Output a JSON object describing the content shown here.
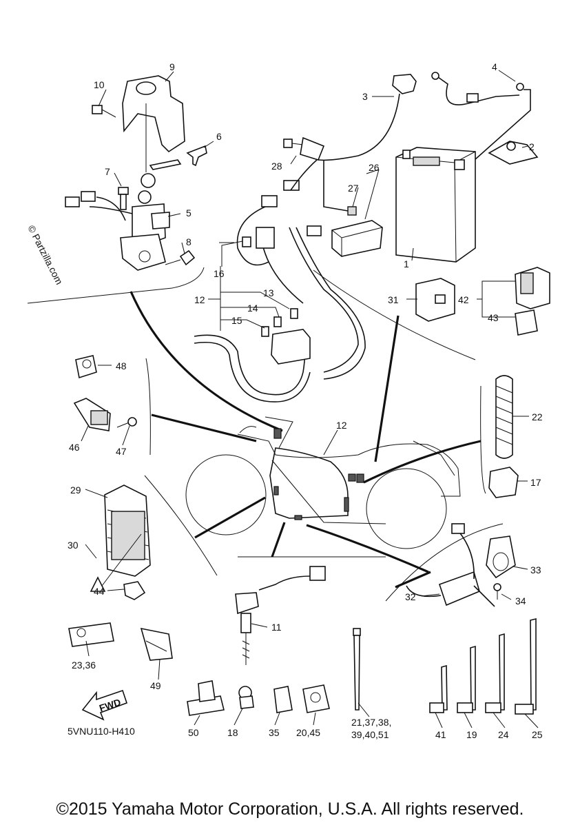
{
  "watermark": "© Partzilla.com",
  "diagram_code": "5VNU110-H410",
  "fwd_label": "FWD",
  "copyright": "©2015 Yamaha Motor Corporation, U.S.A. All rights reserved.",
  "labels": {
    "p1": "1",
    "p2": "2",
    "p3": "3",
    "p4": "4",
    "p5": "5",
    "p6": "6",
    "p7": "7",
    "p8": "8",
    "p9": "9",
    "p10": "10",
    "p11": "11",
    "p12a": "12",
    "p12b": "12",
    "p13": "13",
    "p14": "14",
    "p15": "15",
    "p16": "16",
    "p17": "17",
    "p18": "18",
    "p19": "19",
    "p20_45": "20,45",
    "p21a": "21,37,38,",
    "p21b": "39,40,51",
    "p22": "22",
    "p23_36": "23,36",
    "p24": "24",
    "p25": "25",
    "p26": "26",
    "p27": "27",
    "p28": "28",
    "p29": "29",
    "p30": "30",
    "p31": "31",
    "p32": "32",
    "p33": "33",
    "p34": "34",
    "p35": "35",
    "p41": "41",
    "p42": "42",
    "p43": "43",
    "p44": "44",
    "p46": "46",
    "p47": "47",
    "p48": "48",
    "p49": "49",
    "p50": "50"
  }
}
